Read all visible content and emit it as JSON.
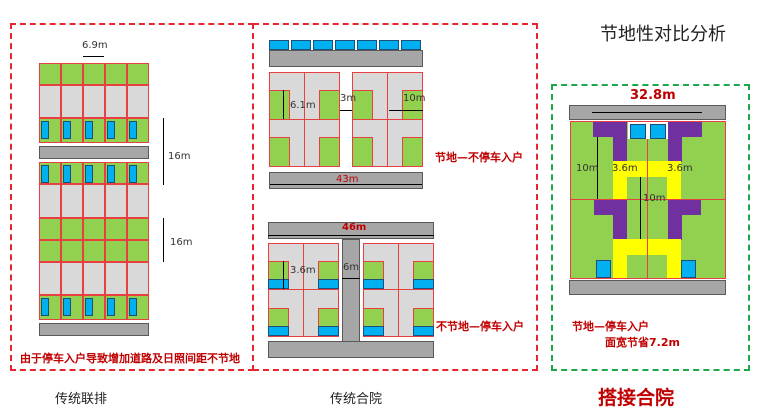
{
  "title": "节地性对比分析",
  "panels": {
    "row_house": {
      "label": "传统联排",
      "width_dim": "6.9m",
      "spacing_dim_1": "16m",
      "spacing_dim_2": "16m",
      "note": "由于停车入户导致增加道路及日照间距不节地"
    },
    "courtyard": {
      "label": "传统合院",
      "upper": {
        "dim_height": "6.1m",
        "dim_gap": "3m",
        "dim_width": "10m",
        "dim_total": "43m",
        "note": "节地—不停车入户"
      },
      "lower": {
        "dim_total": "46m",
        "dim_height": "3.6m",
        "dim_road": "6m",
        "note": "不节地—停车入户"
      }
    },
    "overlap": {
      "label": "搭接合院",
      "dim_total": "32.8m",
      "dim_left": "10m",
      "dim_gap_left": "3.6m",
      "dim_gap_right": "3.6m",
      "dim_center": "10m",
      "note_line1": "节地—停车入户",
      "note_line2": "面宽节省7.2m"
    }
  },
  "colors": {
    "green": "#92d050",
    "gray": "#d9d9d9",
    "blue": "#00b0f0",
    "purple": "#7030a0",
    "yellow": "#ffff00",
    "red": "#c00000"
  }
}
